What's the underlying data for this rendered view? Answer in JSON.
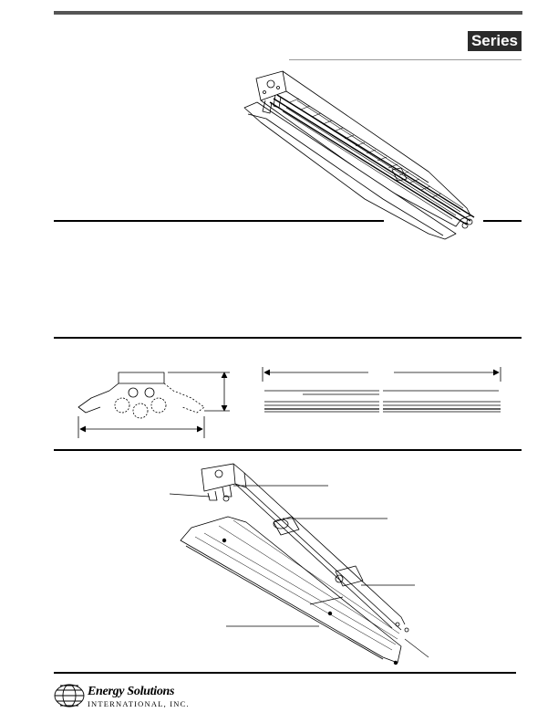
{
  "header": {
    "series_label": "Series"
  },
  "footer": {
    "company_name": "Energy Solutions",
    "company_subtitle": "INTERNATIONAL, INC."
  },
  "colors": {
    "series_badge_bg": "#2b2b2b",
    "top_bar": "#555555"
  }
}
